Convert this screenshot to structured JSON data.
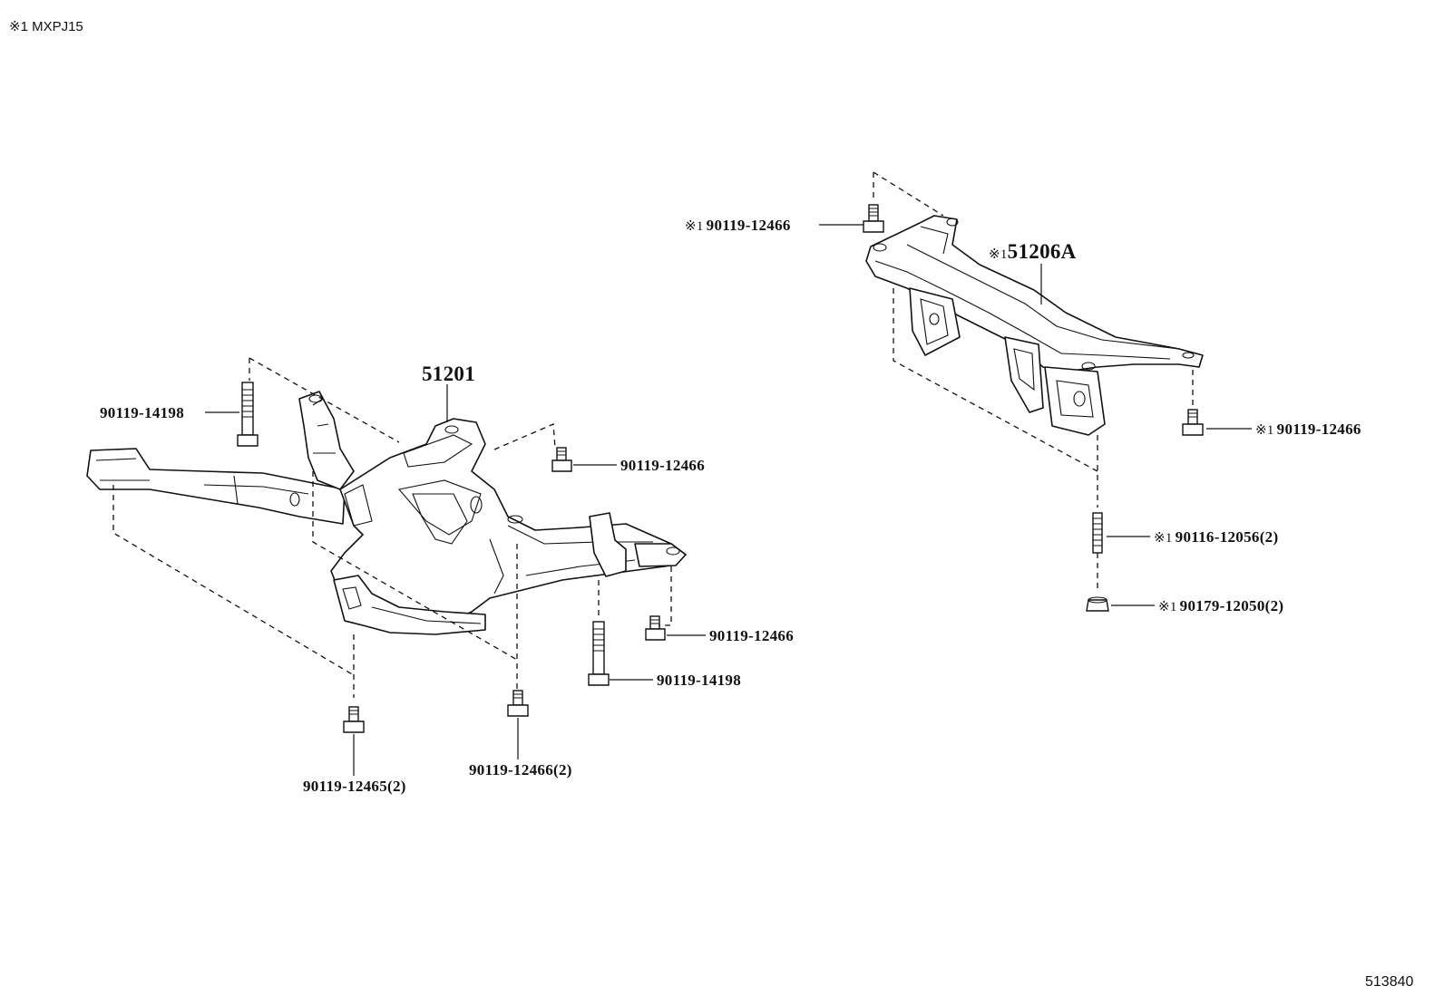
{
  "header": {
    "applicability_note": "※1 MXPJ15"
  },
  "footer": {
    "illustration_number": "513840"
  },
  "front_crossmember": {
    "part_number": "51201",
    "fasteners": [
      {
        "id": "bolt_upper_left",
        "label": "90119-14198"
      },
      {
        "id": "bolt_upper_right",
        "label": "90119-12466"
      },
      {
        "id": "bolt_rear_right",
        "label": "90119-12466"
      },
      {
        "id": "bolt_long_right",
        "label": "90119-14198"
      },
      {
        "id": "bolt_front_pair",
        "label": "90119-12466(2)"
      },
      {
        "id": "bolt_left_pair",
        "label": "90119-12465(2)"
      }
    ]
  },
  "rear_crossmember": {
    "mark": "※1",
    "part_number": "51206A",
    "fasteners": [
      {
        "id": "bolt_top",
        "mark": "※1",
        "label": "90119-12466"
      },
      {
        "id": "bolt_right",
        "mark": "※1",
        "label": "90119-12466"
      },
      {
        "id": "stud",
        "mark": "※1",
        "label": "90116-12056(2)"
      },
      {
        "id": "nut",
        "mark": "※1",
        "label": "90179-12050(2)"
      }
    ]
  }
}
